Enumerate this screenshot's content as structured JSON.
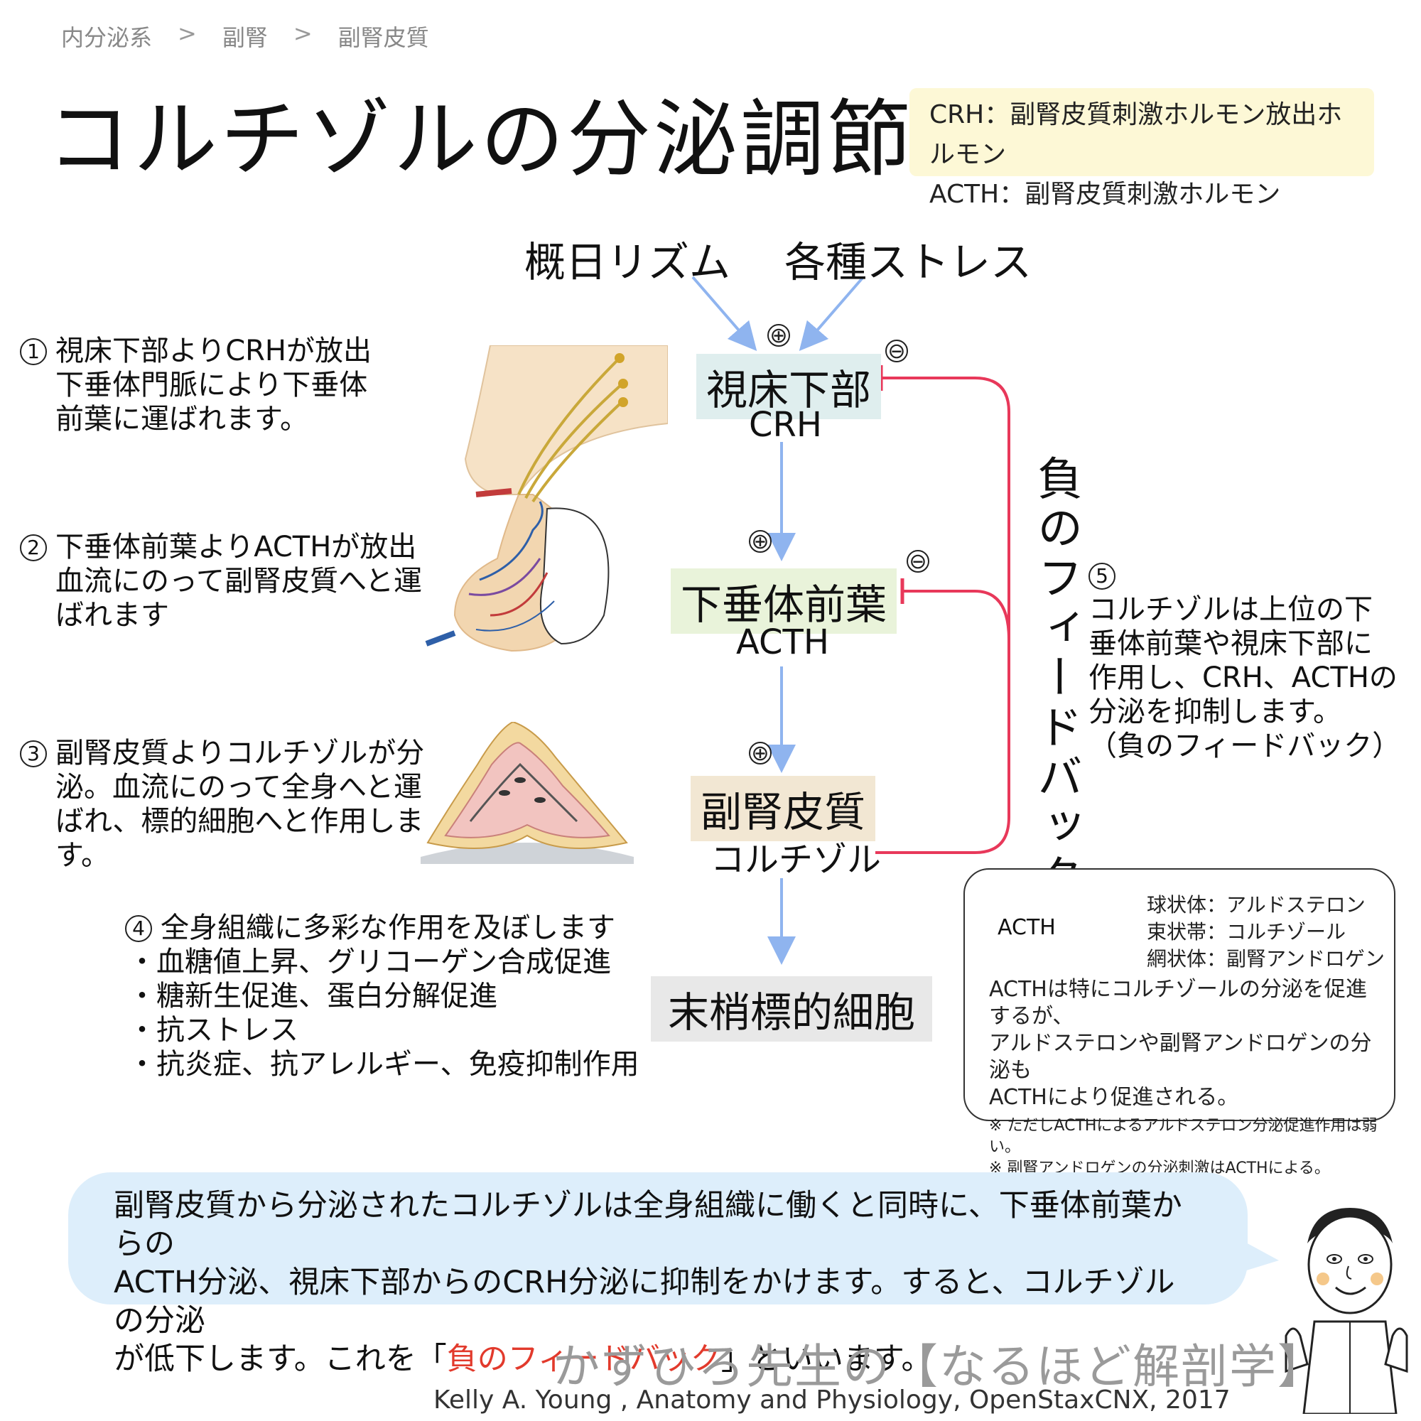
{
  "breadcrumb": [
    "内分泌系",
    "副腎",
    "副腎皮質"
  ],
  "breadcrumb_separator": ">",
  "title": "コルチゾルの分泌調節",
  "abbreviations": [
    "CRH：副腎皮質刺激ホルモン放出ホルモン",
    "ACTH：副腎皮質刺激ホルモン"
  ],
  "sources": {
    "left": "概日リズム",
    "right": "各種ストレス"
  },
  "plus": "⊕",
  "minus": "⊖",
  "nodes": {
    "hypothalamus": "視床下部",
    "crh": "CRH",
    "pituitary": "下垂体前葉",
    "acth": "ACTH",
    "adrenal": "副腎皮質",
    "cortisol": "コルチゾル",
    "target": "末梢標的細胞"
  },
  "negative_feedback_label": "負のフィードバック",
  "steps": {
    "s1": {
      "num": "1",
      "lines": [
        "視床下部よりCRHが放出",
        "下垂体門脈により下垂体",
        "前葉に運ばれます。"
      ]
    },
    "s2": {
      "num": "2",
      "lines": [
        "下垂体前葉よりACTHが放出",
        "血流にのって副腎皮質へと運",
        "ばれます"
      ]
    },
    "s3": {
      "num": "3",
      "lines": [
        "副腎皮質よりコルチゾルが分",
        "泌。血流にのって全身へと運",
        "ばれ、標的細胞へと作用しま",
        "す。"
      ]
    },
    "s4": {
      "num": "4",
      "lines": [
        "全身組織に多彩な作用を及ぼします",
        "・血糖値上昇、グリコーゲン合成促進",
        "・糖新生促進、蛋白分解促進",
        "・抗ストレス",
        "・抗炎症、抗アレルギー、免疫抑制作用"
      ]
    },
    "s5": {
      "num": "5",
      "lines": [
        "コルチゾルは上位の下",
        "垂体前葉や視床下部に",
        "作用し、CRH、ACTHの",
        "分泌を抑制します。",
        "（負のフィードバック）"
      ]
    }
  },
  "zones": {
    "acth": "ACTH",
    "items": [
      "球状体：アルドステロン",
      "束状帯：コルチゾール",
      "網状体：副腎アンドロゲン"
    ],
    "note": [
      "ACTHは特にコルチゾールの分泌を促進するが、",
      "アルドステロンや副腎アンドロゲンの分泌も",
      "ACTHにより促進される。"
    ],
    "footnotes": [
      "※ ただしACTHによるアルドステロン分泌促進作用は弱い。",
      "※ 副腎アンドロゲンの分泌刺激はACTHによる。"
    ]
  },
  "bubble": {
    "line1": "副腎皮質から分泌されたコルチゾルは全身組織に働くと同時に、下垂体前葉からの",
    "line2": "ACTH分泌、視床下部からのCRH分泌に抑制をかけます。すると、コルチゾルの分泌",
    "line3_pre": "が低下します。これを「",
    "line3_red": "負のフィードバック",
    "line3_post": "」といいます。"
  },
  "brand": "かずひろ先生の【なるほど解剖学】",
  "credit": "Kelly A. Young , Anatomy and Physiology, OpenStaxCNX, 2017",
  "colors": {
    "arrow_blue": "#8fb4ef",
    "feedback_red": "#e8385a",
    "highlight_red": "#e23a2c"
  }
}
